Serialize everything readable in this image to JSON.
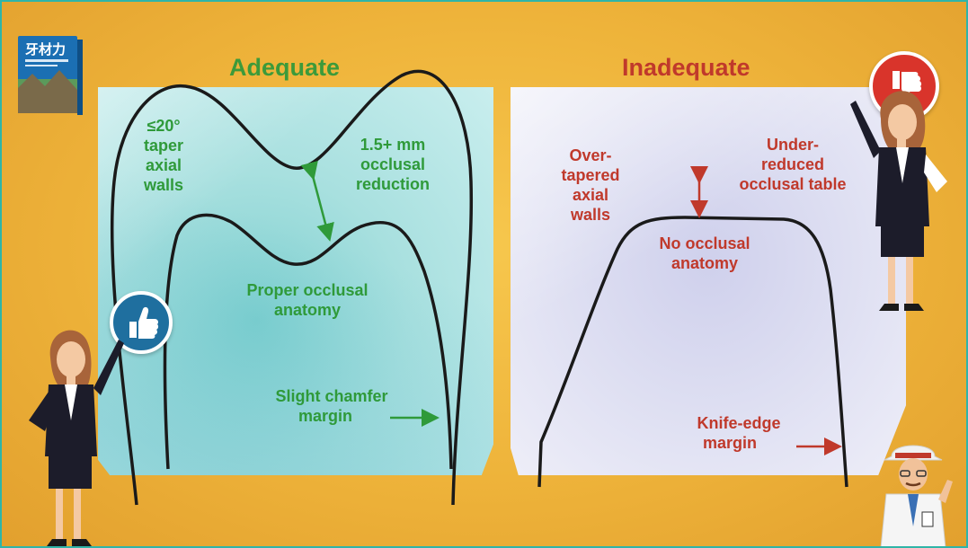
{
  "titles": {
    "adequate": "Adequate",
    "inadequate": "Inadequate"
  },
  "adequate_labels": {
    "taper": [
      "≤20°",
      "taper",
      "axial",
      "walls"
    ],
    "reduction": [
      "1.5+ mm",
      "occlusal",
      "reduction"
    ],
    "anatomy": [
      "Proper occlusal",
      "anatomy"
    ],
    "margin": [
      "Slight chamfer",
      "margin"
    ]
  },
  "inadequate_labels": {
    "tapered": [
      "Over-",
      "tapered",
      "axial",
      "walls"
    ],
    "reduced": [
      "Under-",
      "reduced",
      "occlusal table"
    ],
    "anatomy": [
      "No occlusal",
      "anatomy"
    ],
    "margin": [
      "Knife-edge",
      "margin"
    ]
  },
  "logo_text": "牙材力",
  "colors": {
    "background": "#eeb33a",
    "adequate": "#3c9a3a",
    "inadequate": "#c0392b",
    "outline": "#1a1a1a"
  },
  "icons": {
    "thumbs_up": "thumbs-up-icon",
    "thumbs_down": "thumbs-down-icon"
  }
}
